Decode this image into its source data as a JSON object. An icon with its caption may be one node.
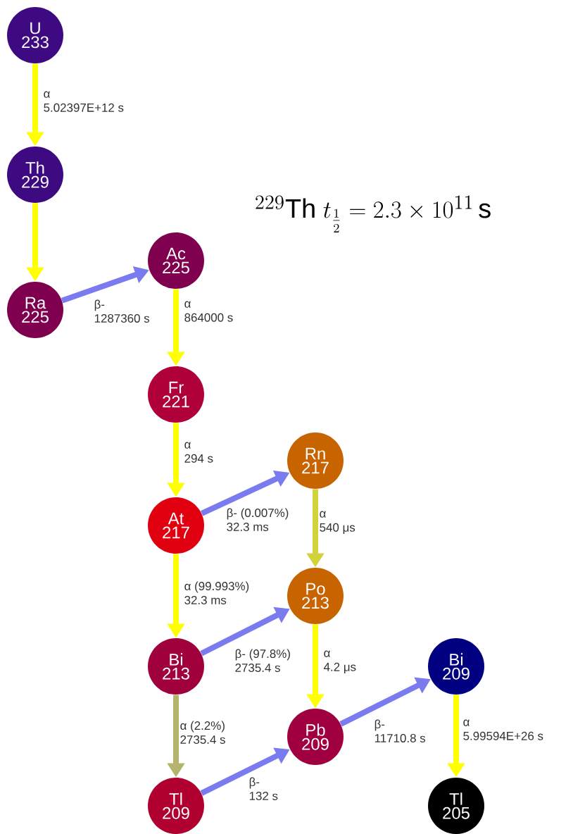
{
  "diagram": {
    "title": "^{229}\\mathrm{Th}\\;t_{\\frac{1}{2}} = 2.3\\times 10^{11}\\,\\mathrm{s}",
    "nodes": [
      {
        "text": [
          "U",
          "233"
        ]
      },
      {
        "text": [
          "Th",
          "229"
        ]
      },
      {
        "text": [
          "Ra",
          "225"
        ]
      },
      {
        "text": [
          "Ac",
          "225"
        ]
      },
      {
        "text": [
          "Fr",
          "221"
        ]
      },
      {
        "text": [
          "Rn",
          "217"
        ]
      },
      {
        "text": [
          "At",
          "217"
        ]
      },
      {
        "text": [
          "Po",
          "213"
        ]
      },
      {
        "text": [
          "Bi",
          "213"
        ]
      },
      {
        "text": [
          "Bi",
          "209"
        ]
      },
      {
        "text": [
          "Pb",
          "209"
        ]
      },
      {
        "text": [
          "Tl",
          "209"
        ]
      },
      {
        "text": [
          "Tl",
          "205"
        ]
      }
    ],
    "edges": [
      {
        "from": 0,
        "to": 1,
        "arrow": "to",
        "label": "α 5.02397E+12 s"
      },
      {
        "from": 1,
        "to": 2,
        "arrow": "to"
      },
      {
        "from": 2,
        "to": 3,
        "arrow": "to",
        "label": "β- 1287360 s",
        "color": "#7b7bf0"
      },
      {
        "from": 3,
        "to": 4,
        "arrow": "to",
        "label": "α 864000 s"
      },
      {
        "from": 4,
        "to": 6,
        "arrow": "to",
        "label": "α 294 s"
      },
      {
        "from": 6,
        "to": 5,
        "arrow": "to",
        "label": "β- (0.007%) 32.3 ms",
        "color": "#7b7bf0"
      },
      {
        "from": 6,
        "to": 8,
        "arrow": "to",
        "label": "α (99.993%) 32.3 ms"
      },
      {
        "from": 5,
        "to": 7,
        "arrow": "to",
        "label": "α 540 μs",
        "color": "#d2d23c"
      },
      {
        "from": 8,
        "to": 7,
        "arrow": "to",
        "label": "β- (97.8%) 2735.4 s",
        "color": "#7b7bf0"
      },
      {
        "from": 7,
        "to": 10,
        "arrow": "to",
        "label": "α 4.2 μs"
      },
      {
        "from": 8,
        "to": 11,
        "arrow": "to",
        "label": "α (2.2%) 2735.4 s",
        "color": "#b4b46e"
      },
      {
        "from": 11,
        "to": 10,
        "arrow": "to",
        "label": "β- 132 s",
        "color": "#7b7bf0"
      },
      {
        "from": 10,
        "to": 9,
        "arrow": "to",
        "label": "β- 11710.8 s",
        "color": "#7b7bf0"
      },
      {
        "from": 9,
        "to": 12,
        "arrow": "to",
        "label": "α 5.99594E+26 s"
      }
    ]
  }
}
